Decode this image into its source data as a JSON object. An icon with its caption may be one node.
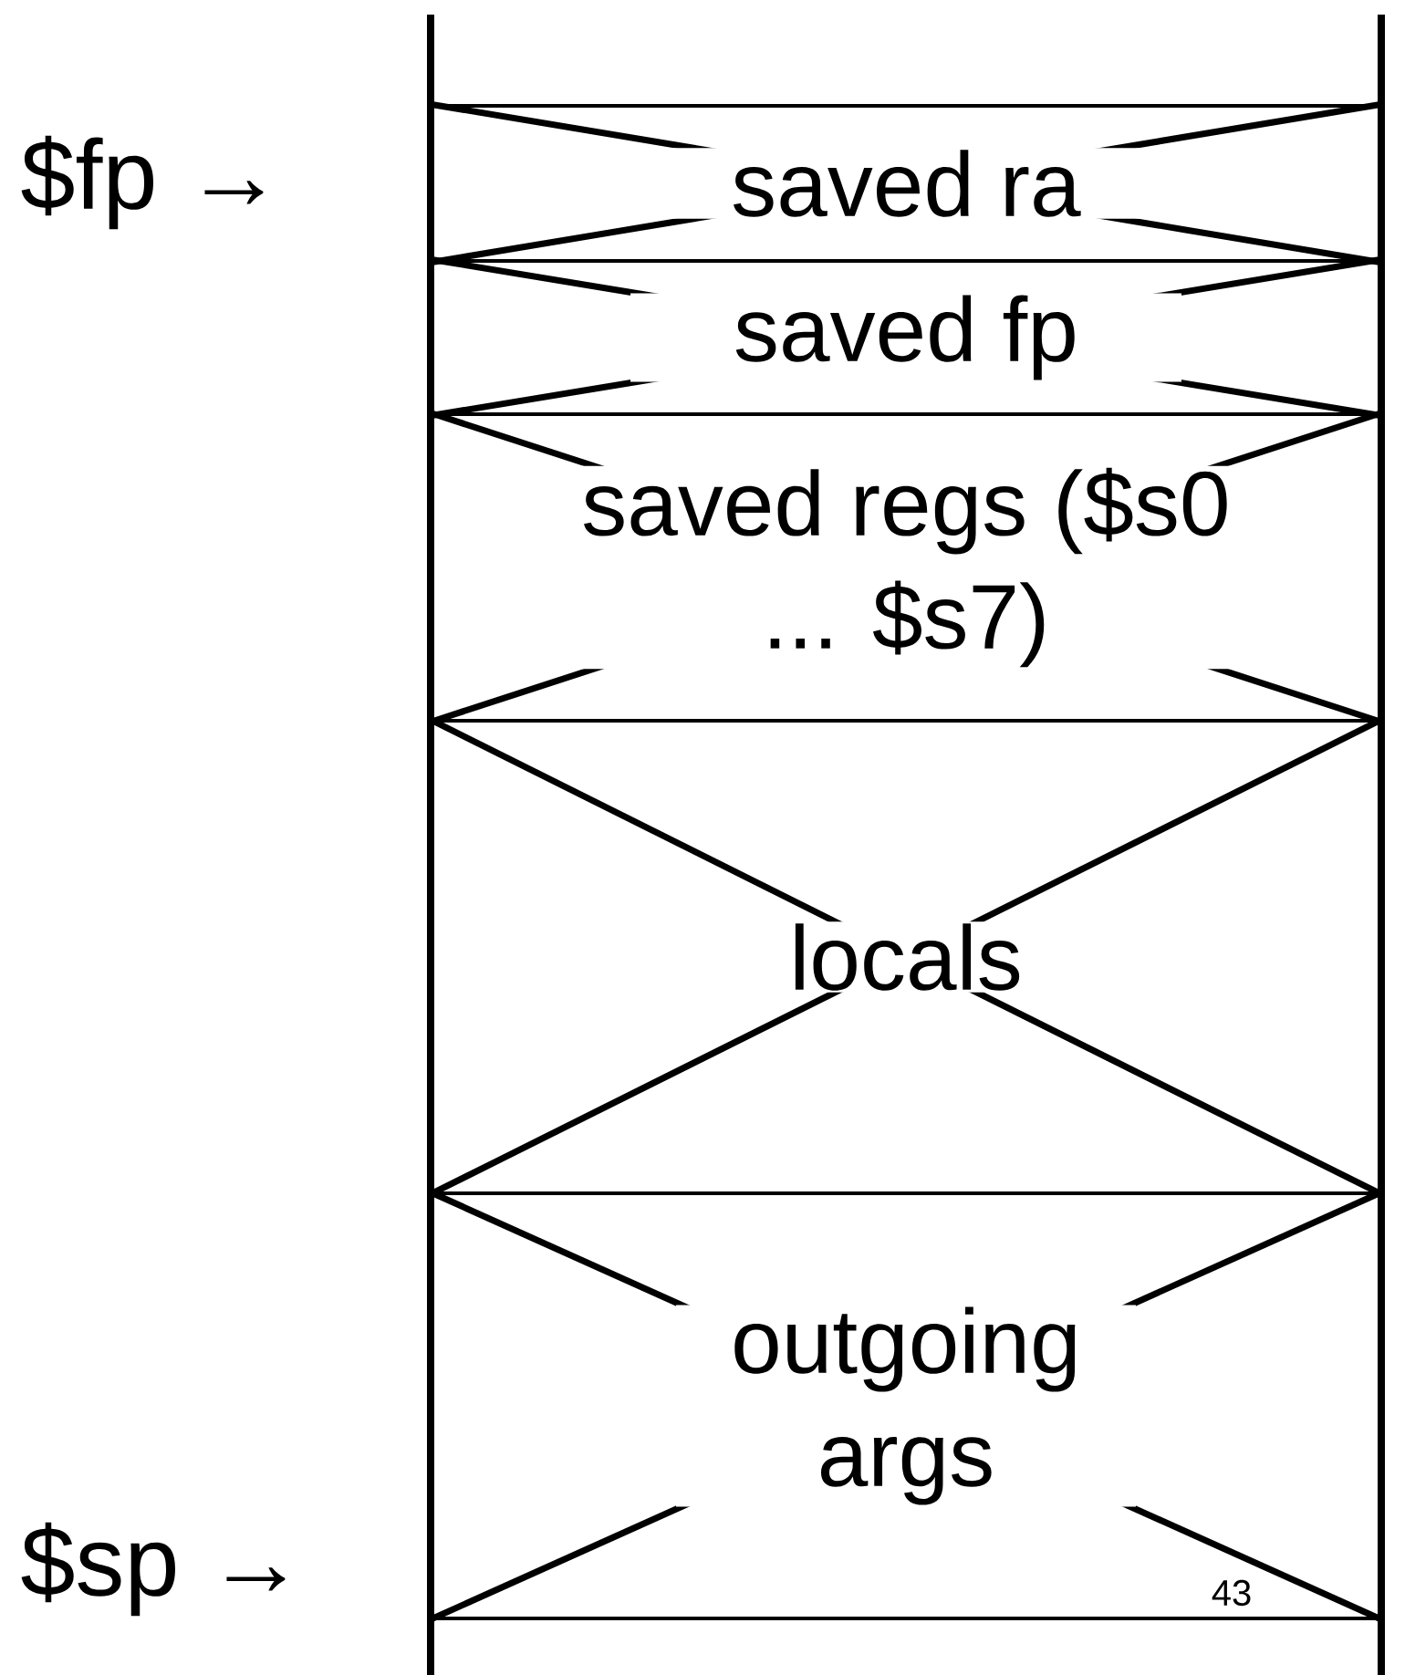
{
  "diagram": {
    "nodes": [
      {
        "text": [
          "saved ra"
        ]
      },
      {
        "text": [
          "saved fp"
        ]
      },
      {
        "text": [
          "saved regs ($s0 ... $s7)"
        ]
      },
      {
        "text": [
          "locals"
        ]
      },
      {
        "text": [
          "outgoing args"
        ]
      }
    ],
    "labels": [
      "$fp →",
      "$sp →",
      "43"
    ]
  }
}
